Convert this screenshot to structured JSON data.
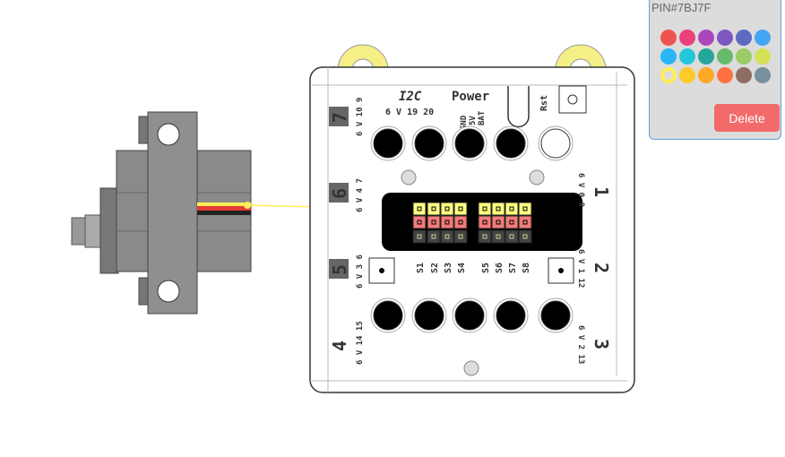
{
  "panel": {
    "pin_id": "PIN#7BJ7F",
    "delete_label": "Delete",
    "colors": [
      "#ef5350",
      "#ec407a",
      "#ab47bc",
      "#7e57c2",
      "#5c6bc0",
      "#42a5f5",
      "#29b6f6",
      "#26c6da",
      "#26a69a",
      "#66bb6a",
      "#9ccc65",
      "#d4e157",
      "#ffee58",
      "#ffca28",
      "#ffa726",
      "#ff7043",
      "#8d6e63",
      "#78909c"
    ],
    "selected_color": "#ffee58"
  },
  "board": {
    "i2c_label": "I2C",
    "i2c_pins": "6 V 19 20",
    "power_label": "Power",
    "power_pins": [
      "GND",
      "5V",
      "BAT"
    ],
    "reset_label": "Rst",
    "ports": [
      {
        "num": "7",
        "pins": "6 V 10 9"
      },
      {
        "num": "6",
        "pins": "6 V 4 7"
      },
      {
        "num": "5",
        "pins": "6 V 3 6"
      },
      {
        "num": "4",
        "pins": "6 V 14 15"
      },
      {
        "num": "1",
        "pins": "6 V 0 8"
      },
      {
        "num": "2",
        "pins": "6 V 1 12"
      },
      {
        "num": "3",
        "pins": "6 V 2 13"
      }
    ],
    "servo_labels": [
      "S1",
      "S2",
      "S3",
      "S4",
      "S5",
      "S6",
      "S7",
      "S8"
    ]
  },
  "wire": {
    "color": "#ffee58"
  }
}
